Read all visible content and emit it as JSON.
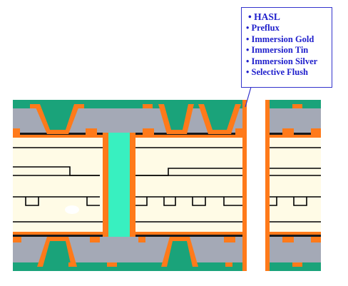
{
  "surface_finishes": {
    "items": [
      "• HASL",
      "• Preflux",
      "• Immersion Gold",
      "• Immersion Tin",
      "• Immersion Silver",
      "• Selective Flush"
    ]
  },
  "colors": {
    "solder_mask": "#1aa37a",
    "copper_finish": "#ff7a1a",
    "prepreg": "#a4a9b6",
    "core": "#fffbe6",
    "trace": "#000000",
    "via_fill": "#38f0c0",
    "callout_border": "#3333cc",
    "callout_text": "#2020cc"
  }
}
